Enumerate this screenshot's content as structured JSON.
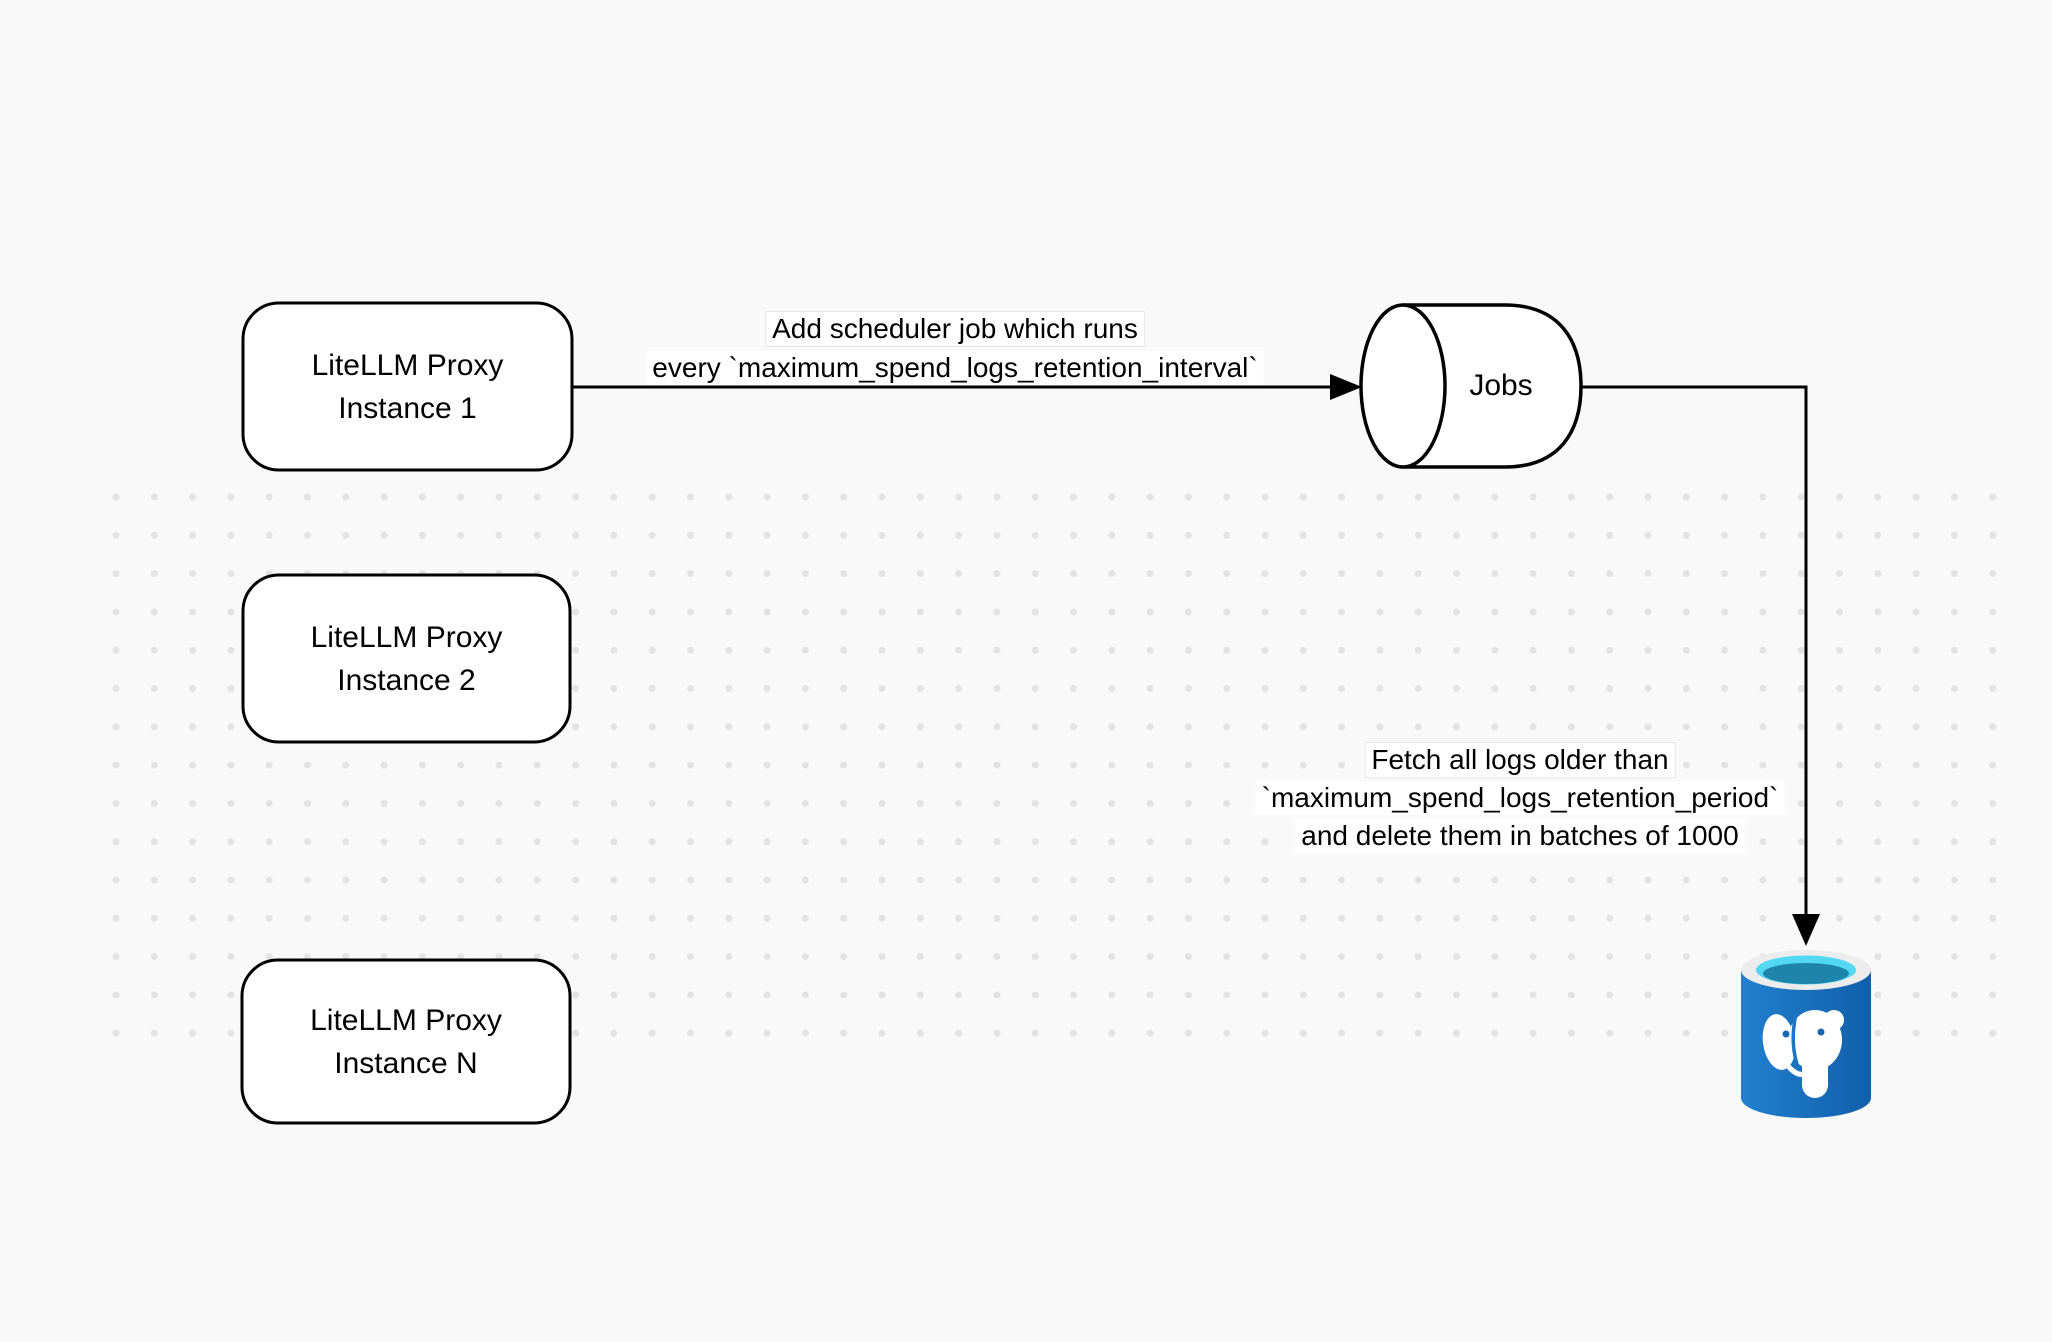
{
  "canvas": {
    "background_color": "#f9f9f9",
    "dot_color": "#e3e3e3",
    "stroke_color": "#000000",
    "node_fill": "#ffffff"
  },
  "nodes": {
    "proxy1": {
      "line1": "LiteLLM Proxy",
      "line2": "Instance 1"
    },
    "proxy2": {
      "line1": "LiteLLM Proxy",
      "line2": "Instance 2"
    },
    "proxyN": {
      "line1": "LiteLLM Proxy",
      "line2": "Instance N"
    },
    "jobs": {
      "label": "Jobs"
    },
    "database": {
      "icon": "postgresql-database-icon",
      "body_blue_light": "#2180cf",
      "body_blue_dark": "#115fa9",
      "rim_color": "#ececec",
      "inner_cyan": "#53d8f4",
      "inner_teal": "#1f84a9",
      "elephant_color": "#ffffff"
    }
  },
  "edges": {
    "scheduler": {
      "line1": "Add scheduler job which runs",
      "line2": "every `maximum_spend_logs_retention_interval`"
    },
    "cleanup": {
      "line1": "Fetch all logs older than",
      "line2": "`maximum_spend_logs_retention_period`",
      "line3": "and delete them in batches of 1000"
    }
  }
}
